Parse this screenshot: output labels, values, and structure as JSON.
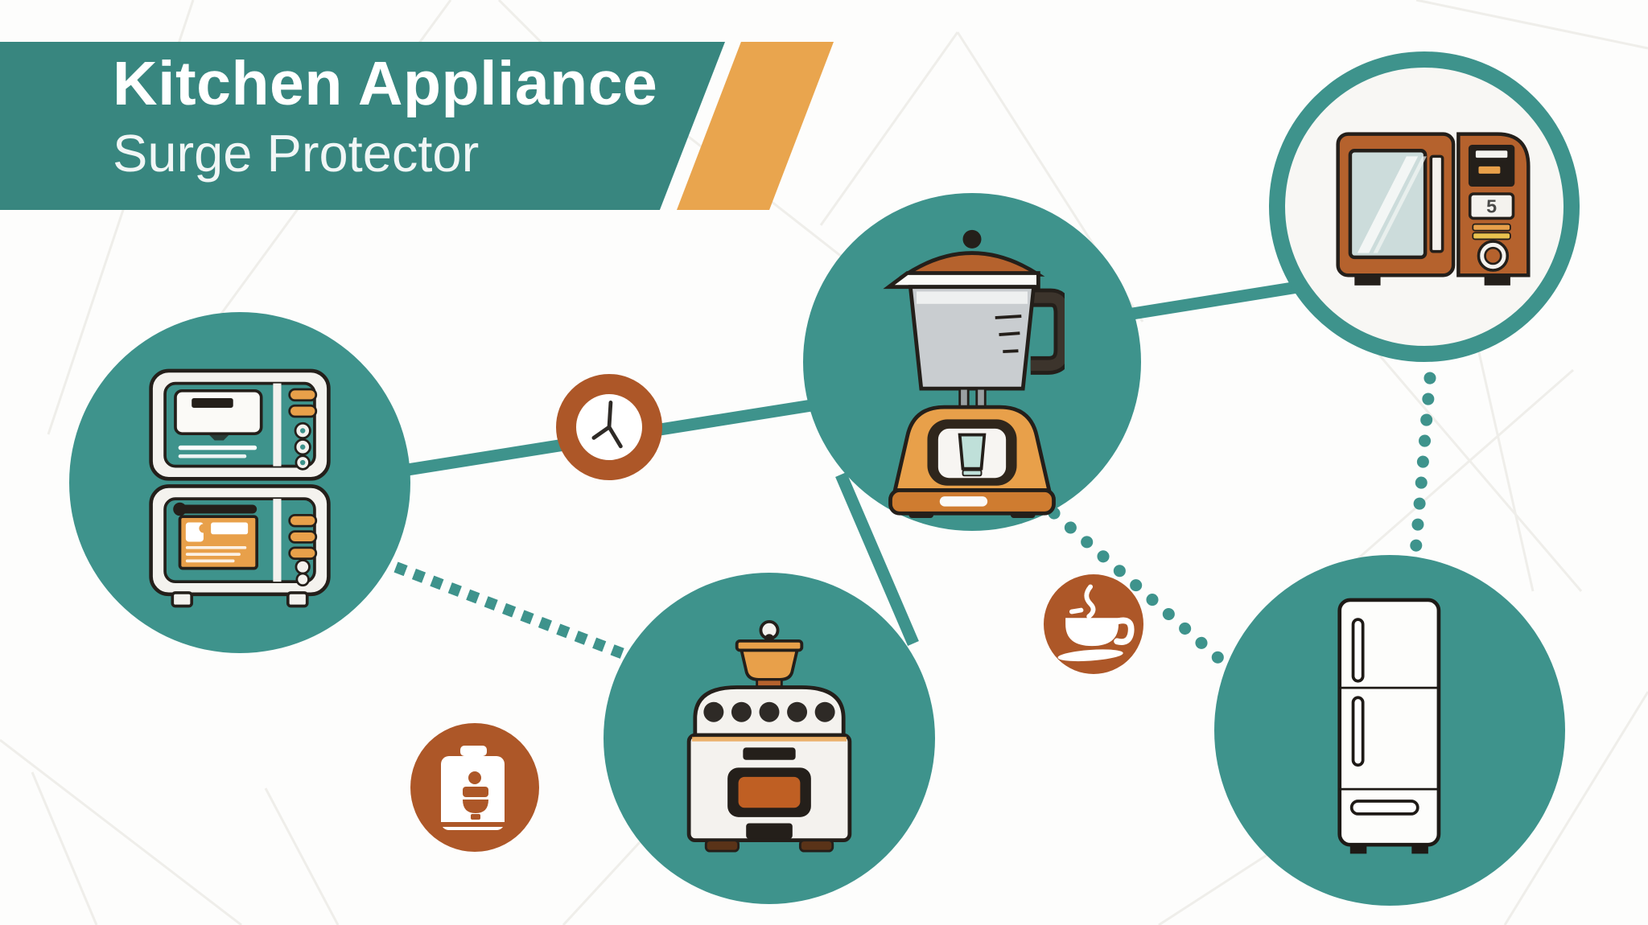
{
  "header": {
    "title_line1": "Kitchen Appliance",
    "title_line2": "Surge Protector"
  },
  "palette": {
    "banner_teal": "#38867f",
    "node_teal": "#3e938c",
    "accent_orange": "#e9a54e",
    "rust": "#ad5728",
    "appliance_orange": "#e8a04a",
    "microwave_brown": "#b5622d",
    "outline_dark": "#241f1a",
    "background": "#fdfdfc"
  },
  "nodes": [
    {
      "id": "toaster-oven",
      "icon": "double-toaster-oven-icon",
      "style": "teal-filled-circle"
    },
    {
      "id": "blender",
      "icon": "blender-icon",
      "style": "teal-filled-circle"
    },
    {
      "id": "microwave",
      "icon": "microwave-icon",
      "style": "white-circle-teal-ring"
    },
    {
      "id": "stove",
      "icon": "stove-cooker-icon",
      "style": "teal-filled-circle"
    },
    {
      "id": "refrigerator",
      "icon": "refrigerator-icon",
      "style": "teal-filled-circle"
    }
  ],
  "badges": [
    {
      "id": "clock",
      "icon": "clock-icon",
      "style": "rust-ring"
    },
    {
      "id": "coffee-machine",
      "icon": "coffee-machine-icon",
      "style": "rust-solid"
    },
    {
      "id": "coffee-cup",
      "icon": "coffee-cup-icon",
      "style": "rust-solid"
    }
  ],
  "connections": [
    {
      "from": "toaster-oven",
      "to": "blender",
      "style": "solid",
      "via": "clock"
    },
    {
      "from": "blender",
      "to": "microwave",
      "style": "solid"
    },
    {
      "from": "blender",
      "to": "stove",
      "style": "solid"
    },
    {
      "from": "toaster-oven",
      "to": "stove",
      "style": "dotted-square"
    },
    {
      "from": "blender",
      "to": "refrigerator",
      "style": "dotted-round",
      "via": "coffee-cup"
    },
    {
      "from": "microwave",
      "to": "refrigerator",
      "style": "dotted-round"
    }
  ]
}
